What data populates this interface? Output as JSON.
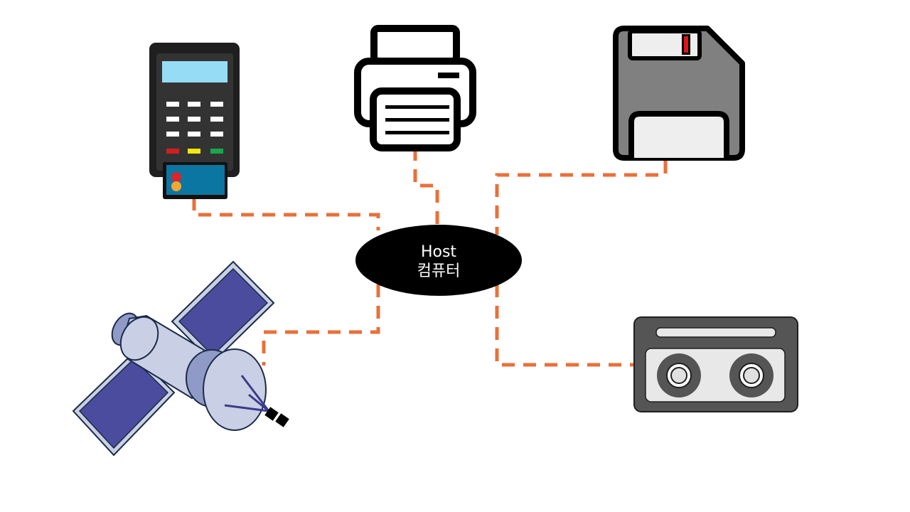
{
  "host": {
    "label_line1": "Host",
    "label_line2": "컴퓨터"
  },
  "devices": [
    {
      "name": "payment-terminal",
      "icon": "card-terminal-icon"
    },
    {
      "name": "printer",
      "icon": "printer-icon"
    },
    {
      "name": "floppy-disk",
      "icon": "floppy-disk-icon"
    },
    {
      "name": "satellite",
      "icon": "satellite-icon"
    },
    {
      "name": "cassette-tape",
      "icon": "cassette-tape-icon"
    }
  ],
  "colors": {
    "connector": "#e8703a",
    "host_fill": "#000000",
    "host_text": "#ffffff"
  }
}
